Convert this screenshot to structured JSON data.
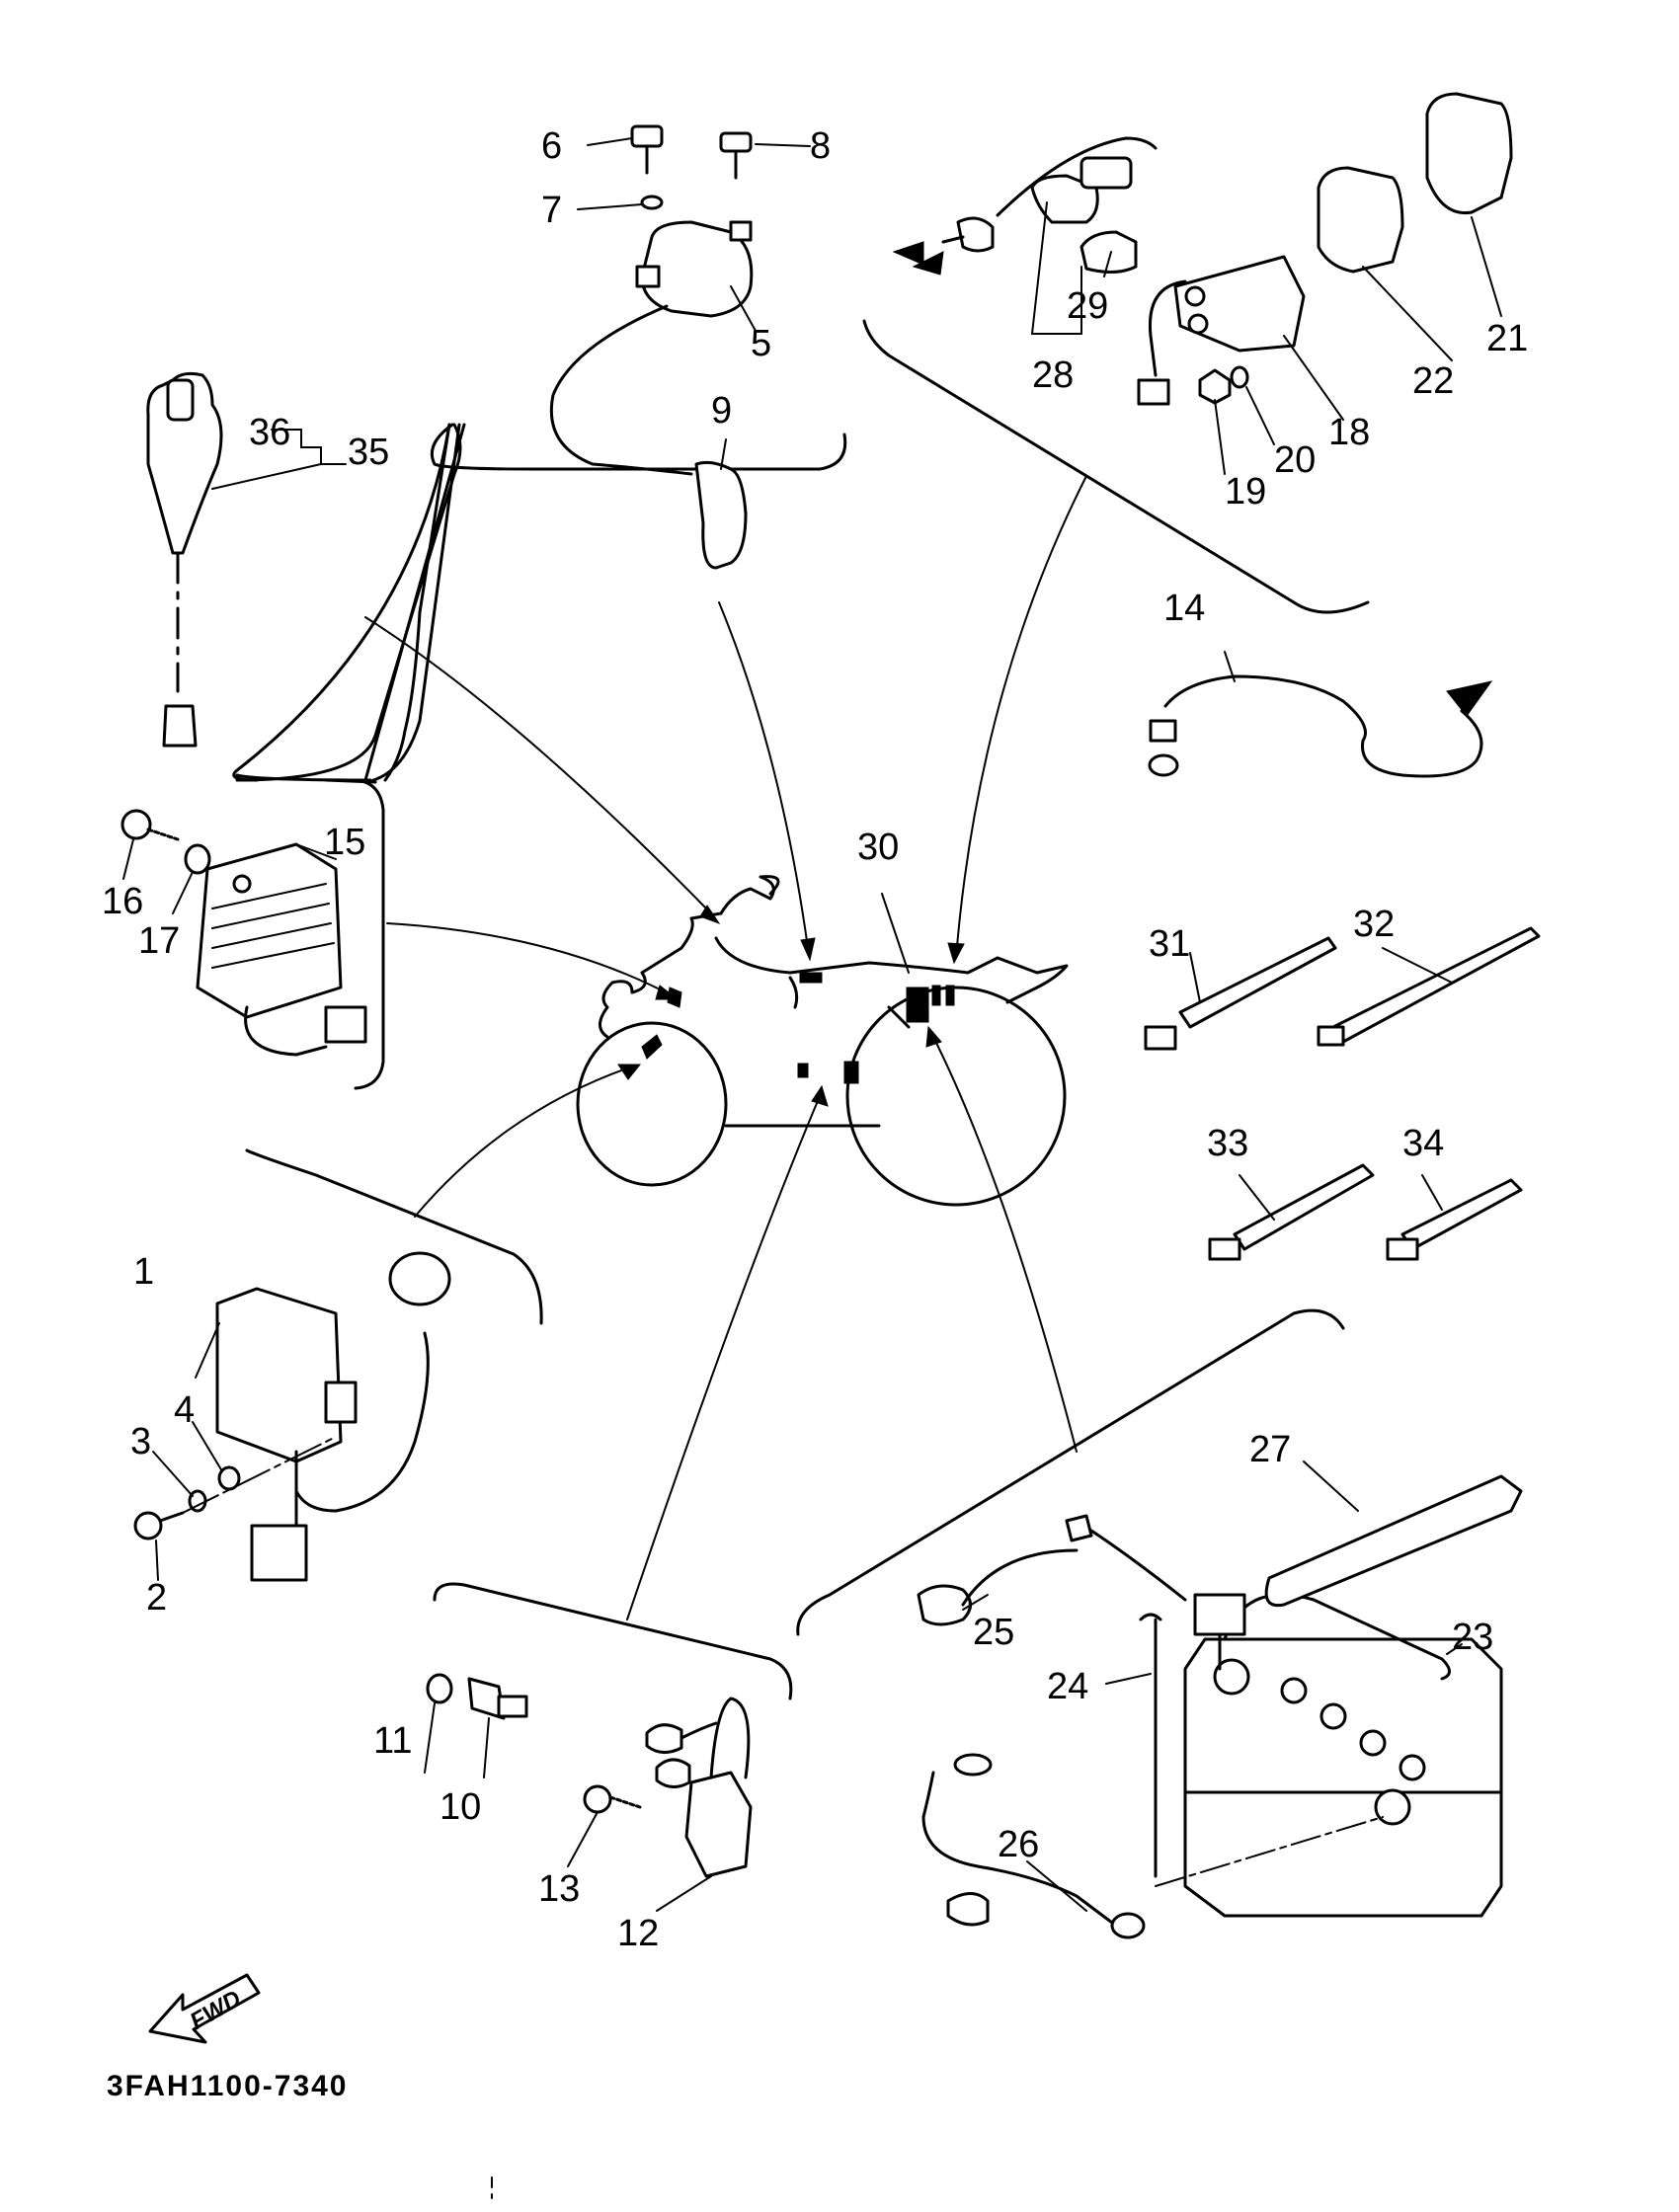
{
  "callouts": {
    "c1": "1",
    "c2": "2",
    "c3": "3",
    "c4": "4",
    "c5": "5",
    "c6": "6",
    "c7": "7",
    "c8": "8",
    "c9": "9",
    "c10": "10",
    "c11": "11",
    "c12": "12",
    "c13": "13",
    "c14": "14",
    "c15": "15",
    "c16": "16",
    "c17": "17",
    "c18": "18",
    "c19": "19",
    "c20": "20",
    "c21": "21",
    "c22": "22",
    "c23": "23",
    "c24": "24",
    "c25": "25",
    "c26": "26",
    "c27": "27",
    "c28": "28",
    "c29": "29",
    "c30": "30",
    "c31": "31",
    "c32": "32",
    "c33": "33",
    "c34": "34",
    "c35": "35",
    "c36": "36"
  },
  "direction_label": "FWD",
  "figure_code": "3FAH1100-7340"
}
